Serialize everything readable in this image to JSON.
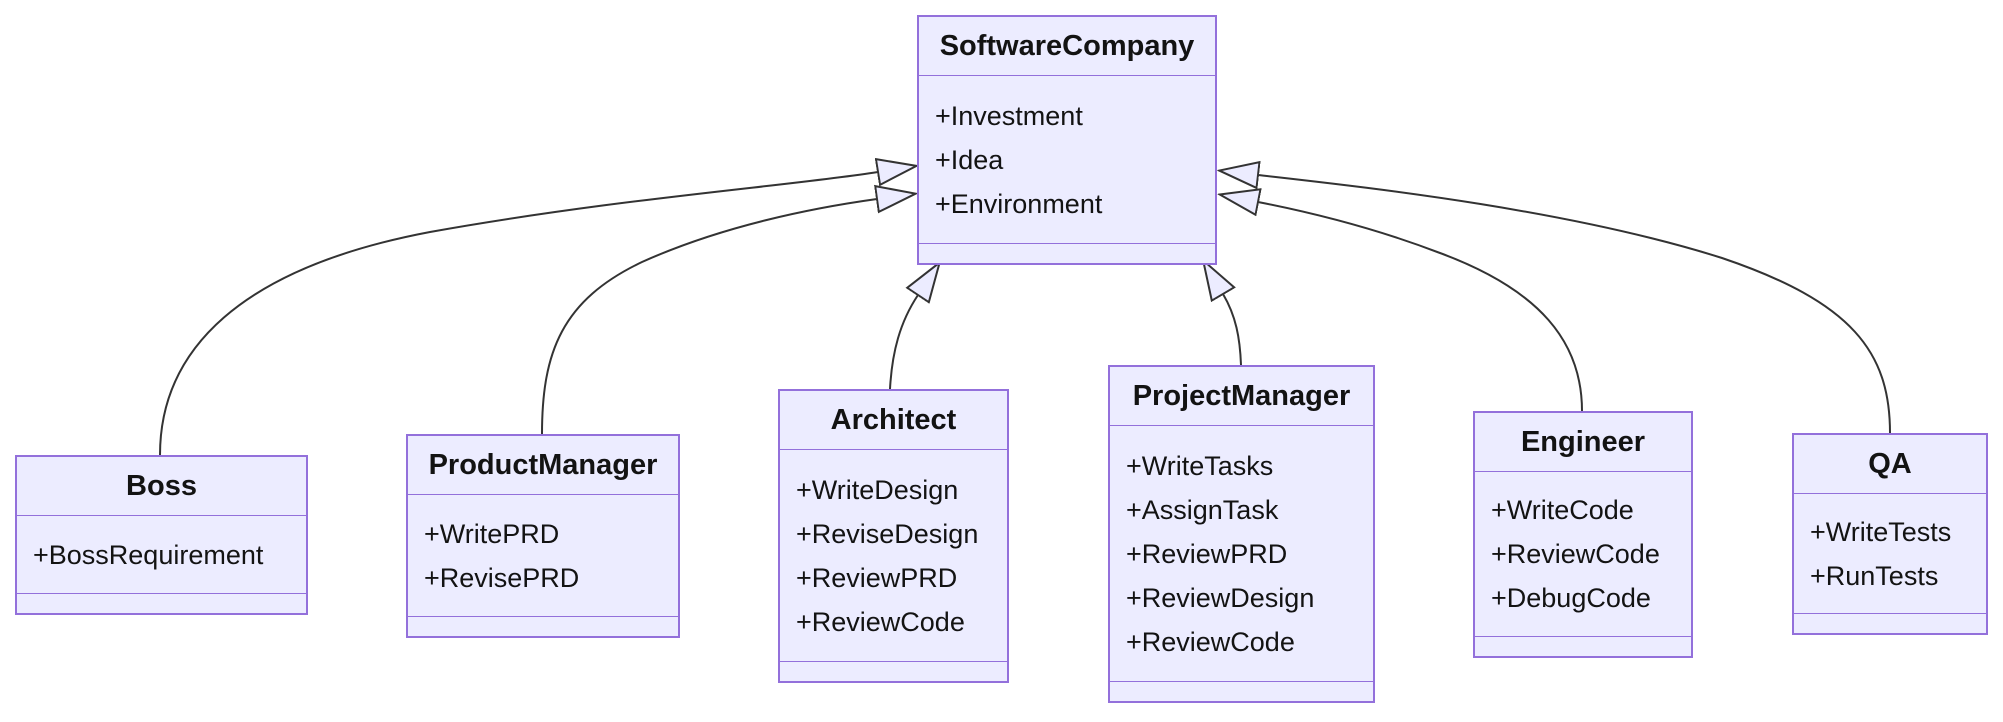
{
  "diagram": {
    "kind": "uml-class-diagram",
    "colors": {
      "node_fill": "#ECECFF",
      "node_border": "#9370DB",
      "edge_stroke": "#333333",
      "arrowhead_fill": "#ECECFF",
      "text": "#131313",
      "background": "#FFFFFF"
    },
    "classes": [
      {
        "name": "SoftwareCompany",
        "members": [
          "+Investment",
          "+Idea",
          "+Environment"
        ]
      },
      {
        "name": "Boss",
        "members": [
          "+BossRequirement"
        ]
      },
      {
        "name": "ProductManager",
        "members": [
          "+WritePRD",
          "+RevisePRD"
        ]
      },
      {
        "name": "Architect",
        "members": [
          "+WriteDesign",
          "+ReviseDesign",
          "+ReviewPRD",
          "+ReviewCode"
        ]
      },
      {
        "name": "ProjectManager",
        "members": [
          "+WriteTasks",
          "+AssignTask",
          "+ReviewPRD",
          "+ReviewDesign",
          "+ReviewCode"
        ]
      },
      {
        "name": "Engineer",
        "members": [
          "+WriteCode",
          "+ReviewCode",
          "+DebugCode"
        ]
      },
      {
        "name": "QA",
        "members": [
          "+WriteTests",
          "+RunTests"
        ]
      }
    ],
    "relationships": [
      {
        "child": "Boss",
        "parent": "SoftwareCompany",
        "type": "inheritance"
      },
      {
        "child": "ProductManager",
        "parent": "SoftwareCompany",
        "type": "inheritance"
      },
      {
        "child": "Architect",
        "parent": "SoftwareCompany",
        "type": "inheritance"
      },
      {
        "child": "ProjectManager",
        "parent": "SoftwareCompany",
        "type": "inheritance"
      },
      {
        "child": "Engineer",
        "parent": "SoftwareCompany",
        "type": "inheritance"
      },
      {
        "child": "QA",
        "parent": "SoftwareCompany",
        "type": "inheritance"
      }
    ]
  }
}
